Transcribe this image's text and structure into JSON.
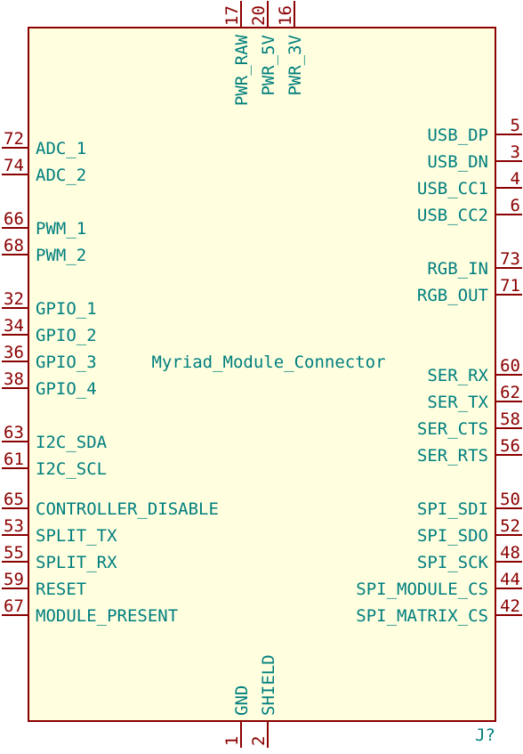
{
  "component": {
    "value": "Myriad_Module_Connector",
    "reference": "J?"
  },
  "colors": {
    "body_fill": "#ffffe0",
    "outline": "#8b0000",
    "pin_line": "#8b0000",
    "pin_name": "#007e7e",
    "pin_number": "#8b0000",
    "text": "#007e7e"
  },
  "pins": {
    "top": [
      {
        "number": "17",
        "name": "PWR_RAW"
      },
      {
        "number": "20",
        "name": "PWR_5V"
      },
      {
        "number": "16",
        "name": "PWR_3V"
      }
    ],
    "bottom": [
      {
        "number": "1",
        "name": "GND"
      },
      {
        "number": "2",
        "name": "SHIELD"
      }
    ],
    "left": [
      {
        "number": "72",
        "name": "ADC_1"
      },
      {
        "number": "74",
        "name": "ADC_2"
      },
      {
        "number": "66",
        "name": "PWM_1"
      },
      {
        "number": "68",
        "name": "PWM_2"
      },
      {
        "number": "32",
        "name": "GPIO_1"
      },
      {
        "number": "34",
        "name": "GPIO_2"
      },
      {
        "number": "36",
        "name": "GPIO_3"
      },
      {
        "number": "38",
        "name": "GPIO_4"
      },
      {
        "number": "63",
        "name": "I2C_SDA"
      },
      {
        "number": "61",
        "name": "I2C_SCL"
      },
      {
        "number": "65",
        "name": "CONTROLLER_DISABLE"
      },
      {
        "number": "53",
        "name": "SPLIT_TX"
      },
      {
        "number": "55",
        "name": "SPLIT_RX"
      },
      {
        "number": "59",
        "name": "RESET"
      },
      {
        "number": "67",
        "name": "MODULE_PRESENT"
      }
    ],
    "right": [
      {
        "number": "5",
        "name": "USB_DP"
      },
      {
        "number": "3",
        "name": "USB_DN"
      },
      {
        "number": "4",
        "name": "USB_CC1"
      },
      {
        "number": "6",
        "name": "USB_CC2"
      },
      {
        "number": "73",
        "name": "RGB_IN"
      },
      {
        "number": "71",
        "name": "RGB_OUT"
      },
      {
        "number": "60",
        "name": "SER_RX"
      },
      {
        "number": "62",
        "name": "SER_TX"
      },
      {
        "number": "58",
        "name": "SER_CTS"
      },
      {
        "number": "56",
        "name": "SER_RTS"
      },
      {
        "number": "50",
        "name": "SPI_SDI"
      },
      {
        "number": "52",
        "name": "SPI_SDO"
      },
      {
        "number": "48",
        "name": "SPI_SCK"
      },
      {
        "number": "44",
        "name": "SPI_MODULE_CS"
      },
      {
        "number": "42",
        "name": "SPI_MATRIX_CS"
      }
    ]
  }
}
